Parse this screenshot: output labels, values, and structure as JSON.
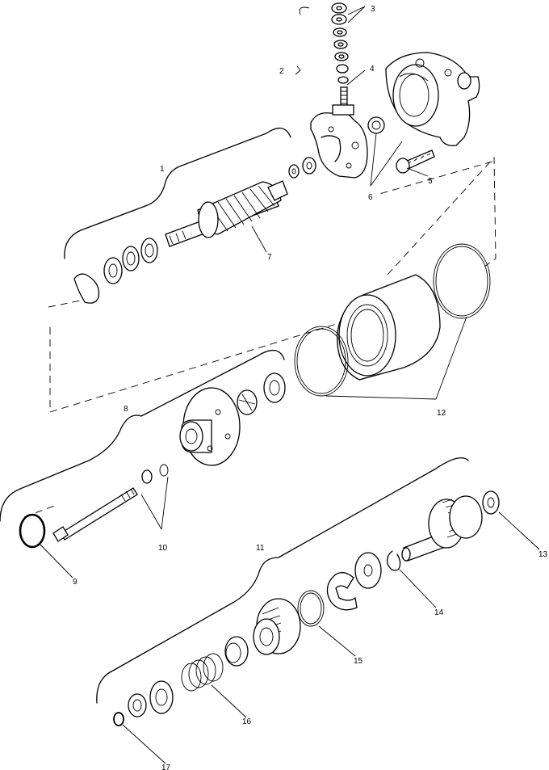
{
  "callouts": [
    {
      "id": "c1",
      "text": "1"
    },
    {
      "id": "c2",
      "text": "2"
    },
    {
      "id": "c3",
      "text": "3"
    },
    {
      "id": "c4",
      "text": "4"
    },
    {
      "id": "c5",
      "text": "5"
    },
    {
      "id": "c6",
      "text": "6"
    },
    {
      "id": "c7",
      "text": "7"
    },
    {
      "id": "c8",
      "text": "8"
    },
    {
      "id": "c9",
      "text": "9"
    },
    {
      "id": "c10",
      "text": "10"
    },
    {
      "id": "c11",
      "text": "11"
    },
    {
      "id": "c12",
      "text": "12"
    },
    {
      "id": "c13",
      "text": "13"
    },
    {
      "id": "c14",
      "text": "14"
    },
    {
      "id": "c15",
      "text": "15"
    },
    {
      "id": "c16",
      "text": "16"
    },
    {
      "id": "c17",
      "text": "17"
    }
  ]
}
